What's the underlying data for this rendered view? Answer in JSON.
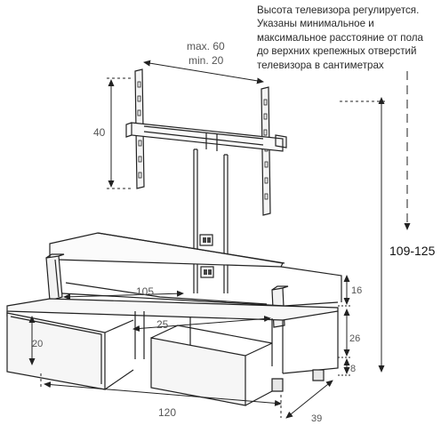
{
  "note": {
    "lines": [
      "Высота телевизора регулируется.",
      "Указаны минимальное и",
      "максимальное  расстояние от пола",
      "до верхних крепежных отверстий",
      "телевизора в сантиметрах"
    ]
  },
  "dimensions": {
    "mount_depth_max": "max. 60",
    "mount_depth_min": "min. 20",
    "mount_height": "40",
    "total_height": "109-125",
    "glass_shelf_width": "105",
    "middle_shelf_width": "25",
    "drawer_height": "20",
    "top_section_height": "16",
    "drawer_section_height": "26",
    "leg_height": "8",
    "total_width": "120",
    "total_depth": "39"
  }
}
